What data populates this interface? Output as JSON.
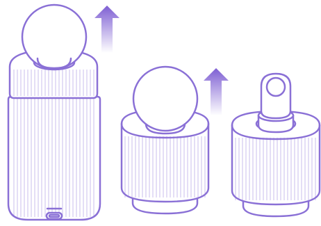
{
  "colors": {
    "outline": "#8a70d6",
    "fill": "#ffffff",
    "rib": "#c9bdec",
    "arrow_top": "#7e5fd3",
    "arrow_bottom": "#ffffff"
  },
  "illustration": {
    "panels": [
      {
        "id": "full-device",
        "parts": [
          "ball-cap",
          "ribbed-collar",
          "ribbed-body",
          "usb-c-port"
        ],
        "arrow": "up-arrow-icon"
      },
      {
        "id": "ball-head-unit",
        "parts": [
          "ball-cap",
          "ribbed-base"
        ],
        "arrow": "up-arrow-icon"
      },
      {
        "id": "base-with-spindle",
        "parts": [
          "spindle-post",
          "ribbed-base"
        ],
        "arrow": null
      }
    ]
  }
}
